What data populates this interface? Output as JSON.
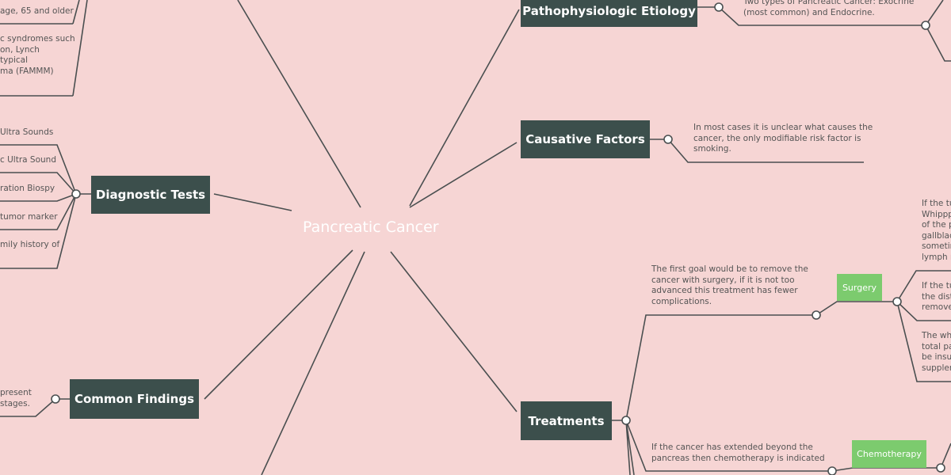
{
  "root": {
    "label": "Pancreatic Cancer"
  },
  "colors": {
    "background": "#f6d5d4",
    "node": "#3c4f4c",
    "subnode": "#7ccb6e",
    "line": "#4a4f50"
  },
  "branches": {
    "risk_factors": {
      "notes": [
        [
          "age, 65 and older"
        ],
        [
          "c syndromes such",
          "on, Lynch",
          "typical",
          "ma (FAMMM)"
        ]
      ]
    },
    "diagnostic_tests": {
      "label": "Diagnostic Tests",
      "notes": [
        "Ultra Sounds",
        "c Ultra Sound",
        "ration Biospy",
        "tumor marker",
        "mily history of"
      ]
    },
    "common_findings": {
      "label": "Common Findings",
      "notes": [
        "present",
        "stages."
      ]
    },
    "etiology": {
      "label": "Pathophysiologic Etiology",
      "notes": [
        "Two types of Pancreatic Cancer: Exocrine",
        "(most common) and Endocrine."
      ]
    },
    "causative": {
      "label": "Causative Factors",
      "notes": [
        "In most cases it is unclear what causes the",
        "cancer, the only modifiable risk factor is",
        "smoking."
      ]
    },
    "treatments": {
      "label": "Treatments",
      "surgery": {
        "label": "Surgery",
        "note": [
          "The first goal would be to remove the",
          "cancer with surgery, if it is not too",
          "advanced this treatment has fewer",
          "complications."
        ],
        "children": [
          [
            "If the tu",
            "Whippp",
            "of the p",
            "gallblad",
            "sometim",
            "lymph n"
          ],
          [
            "If the tu",
            "the dist",
            "remove"
          ],
          [
            "The wh",
            "total pa",
            "be insul",
            "supplen"
          ]
        ]
      },
      "chemotherapy": {
        "label": "Chemotherapy",
        "note": [
          "If the cancer has extended beyond the",
          "pancreas then chemotherapy is indicated"
        ]
      }
    }
  }
}
